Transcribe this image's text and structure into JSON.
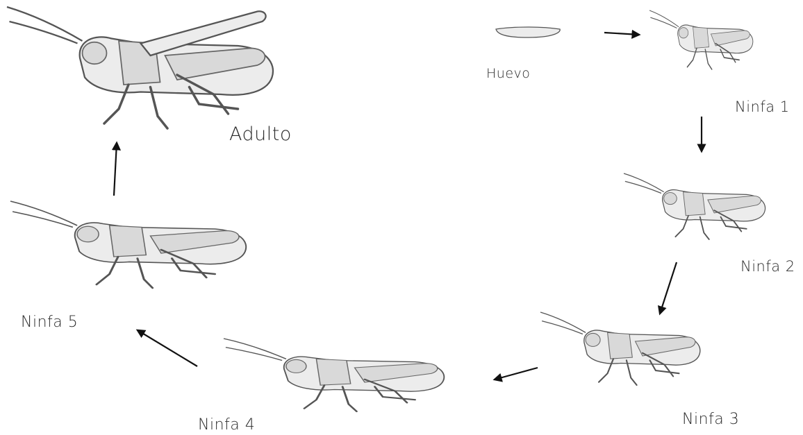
{
  "diagram": {
    "stages": {
      "adulto": "Adulto",
      "huevo": "Huevo",
      "ninfa1": "Ninfa 1",
      "ninfa2": "Ninfa 2",
      "ninfa3": "Ninfa 3",
      "ninfa4": "Ninfa 4",
      "ninfa5": "Ninfa 5"
    }
  }
}
